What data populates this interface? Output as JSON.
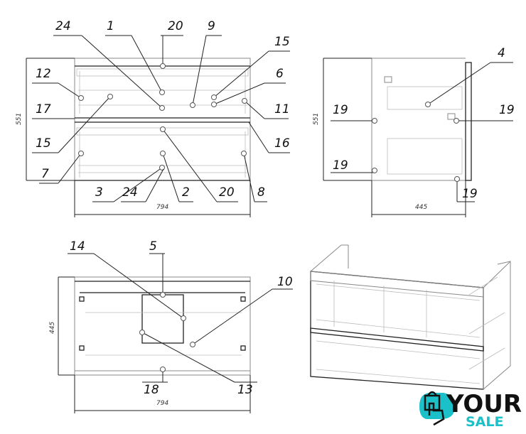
{
  "front_view": {
    "height_dim": "551",
    "width_dim": "794",
    "callouts": [
      "24",
      "1",
      "20",
      "9",
      "15",
      "6",
      "11",
      "12",
      "17",
      "15",
      "16",
      "7",
      "3",
      "24",
      "2",
      "20",
      "8"
    ]
  },
  "side_view": {
    "height_dim": "551",
    "depth_dim": "445",
    "callouts": [
      "4",
      "19",
      "19",
      "19",
      "19"
    ]
  },
  "bottom_view": {
    "depth_dim": "445",
    "width_dim": "794",
    "callouts": [
      "14",
      "5",
      "10",
      "18",
      "13"
    ]
  },
  "logo": {
    "word1": "YOUR",
    "word2": "SALE",
    "accent": "#1cc0c8"
  }
}
